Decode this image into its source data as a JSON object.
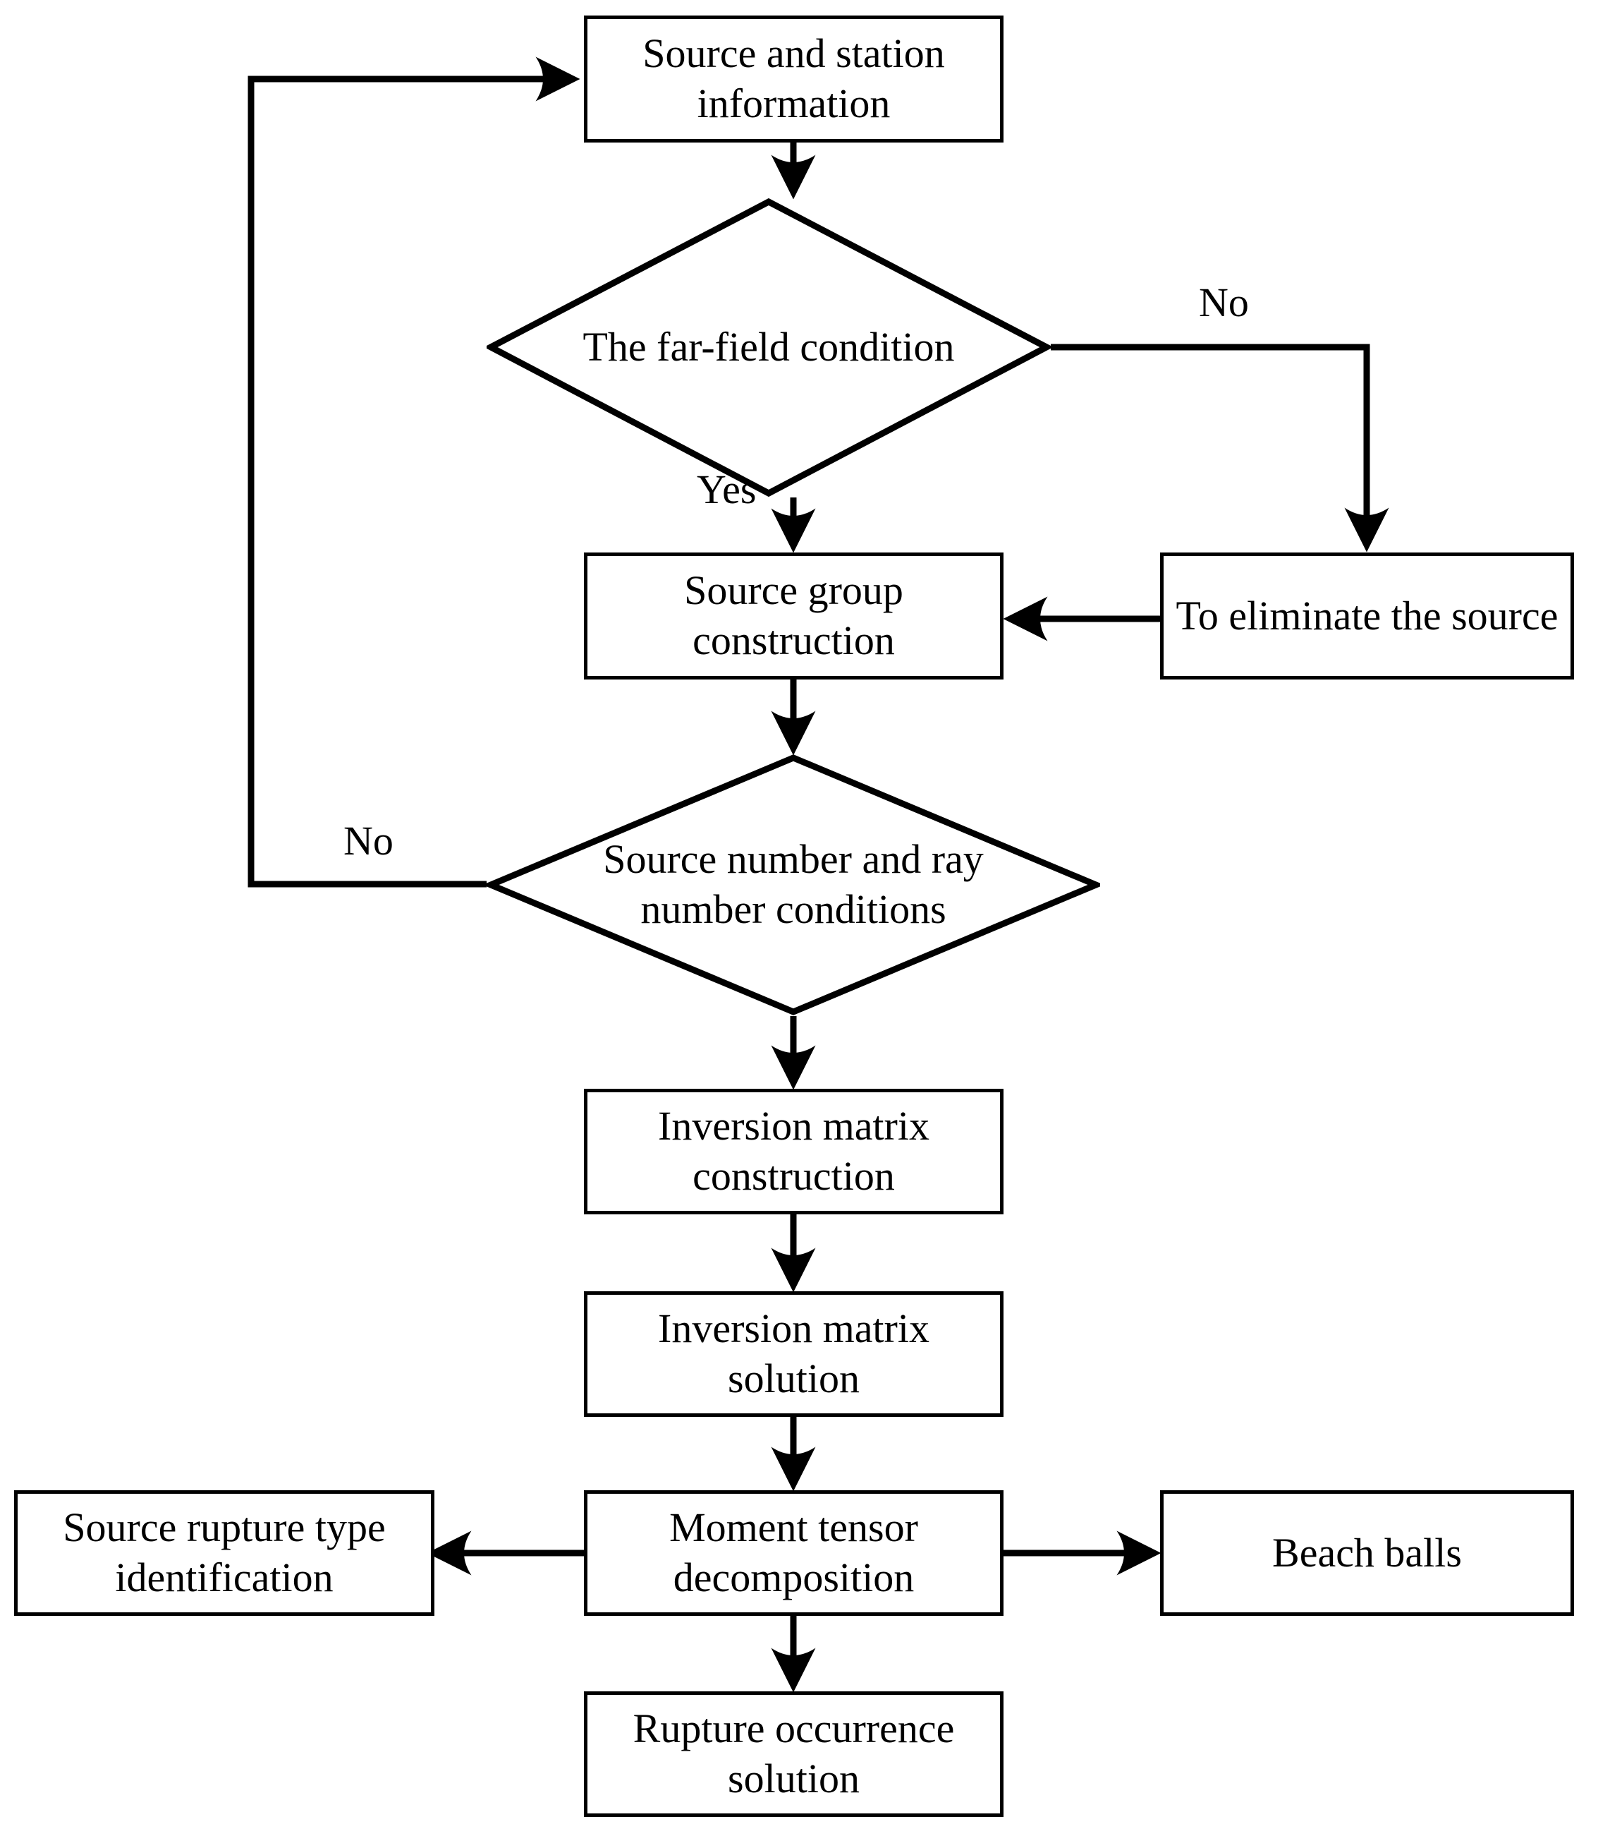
{
  "diagram": {
    "title": "Moment tensor inversion workflow flowchart",
    "stroke_color": "#000000",
    "fill_color": "#ffffff",
    "nodes": {
      "source_station": "Source and station information",
      "far_field": "The far-field condition",
      "eliminate_source": "To eliminate the source",
      "source_group": "Source group construction",
      "number_conditions": "Source number and ray number conditions",
      "inversion_construction": "Inversion matrix construction",
      "inversion_solution": "Inversion matrix solution",
      "moment_tensor": "Moment tensor decomposition",
      "rupture_type": "Source rupture type identification",
      "beach_balls": "Beach balls",
      "rupture_solution": "Rupture occurrence solution"
    },
    "edge_labels": {
      "far_field_no": "No",
      "far_field_yes": "Yes",
      "number_conditions_no": "No"
    }
  }
}
